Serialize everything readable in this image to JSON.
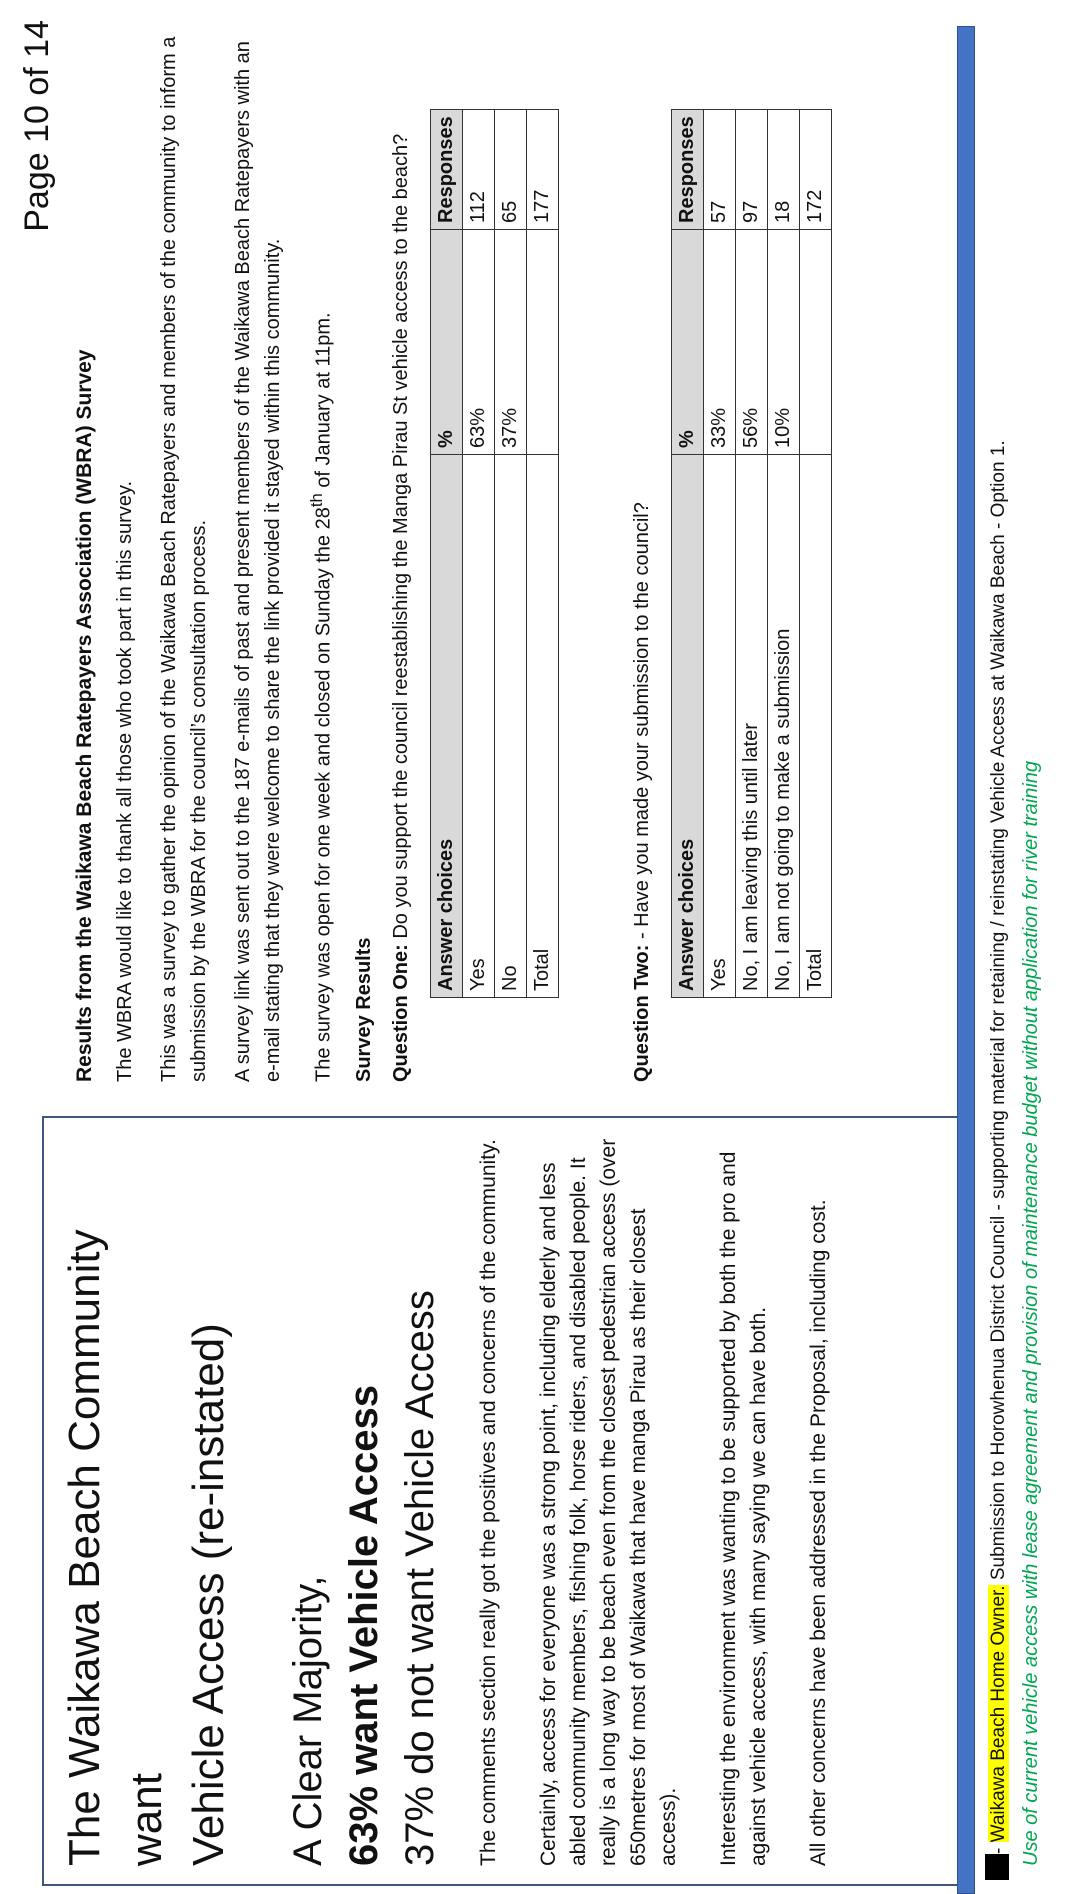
{
  "page_number": "Page 10 of 14",
  "left": {
    "heading_line1": "The Waikawa Beach Community want",
    "heading_line2": "Vehicle Access (re-instated)",
    "majority": "A Clear Majority,",
    "yes_stat": "63% want Vehicle Access",
    "no_stat": "37% do not want Vehicle Access",
    "p1": "The comments section really got the positives and concerns of the community.",
    "p2": "Certainly, access for everyone was a strong point, including elderly and less abled community members, fishing folk, horse riders, and disabled people.  It really is a long way to be beach even from the closest pedestrian access (over 650metres for most of Waikawa that have manga Pirau as their closest access).",
    "p3": "Interesting the environment was wanting to be supported by both the pro and against vehicle access, with many saying we can have both.",
    "p4": "All other concerns have been addressed in the Proposal, including cost."
  },
  "right": {
    "title": "Results from the Waikawa Beach Ratepayers Association (WBRA) Survey",
    "p1": "The WBRA would like to thank all those who took part in this survey.",
    "p2": "This was a survey to gather the opinion of the Waikawa Beach Ratepayers and members of the community to inform a submission by the WBRA for the council’s consultation process.",
    "p3": "A survey link was sent out to the 187 e-mails of past and present members of the Waikawa Beach Ratepayers with an e-mail stating that they were welcome to share the link provided it stayed within this community.",
    "p4_before": "The survey was open for one week and closed on Sunday the 28",
    "p4_sup": "th",
    "p4_after": " of January at 11pm.",
    "results_heading": "Survey Results",
    "q1_label": "Question One:",
    "q1_text": " Do you support the council reestablishing the Manga Pirau St vehicle access to the beach?",
    "q2_label": "Question Two:",
    "q2_text": " - Have you made your submission to the council?",
    "table_headers": [
      "Answer choices",
      "%",
      "Responses"
    ],
    "table1": [
      [
        "Yes",
        "63%",
        "112"
      ],
      [
        "No",
        "37%",
        "65"
      ],
      [
        "Total",
        "",
        "177"
      ]
    ],
    "table2": [
      [
        "Yes",
        "33%",
        "57"
      ],
      [
        "No, I am leaving this until later",
        "56%",
        "97"
      ],
      [
        "No, I am not going to make a submission",
        "10%",
        "18"
      ],
      [
        "Total",
        "",
        "172"
      ]
    ]
  },
  "footer": {
    "dash": "- ",
    "owner": "Waikawa Beach Home Owner.",
    "text": " Submission to Horowhenua District Council - supporting material for retaining / reinstating Vehicle Access at Waikawa Beach - Option 1.",
    "note": "Use of current vehicle access with lease agreement and provision of maintenance budget without application for river training"
  },
  "colors": {
    "band": "#4472c4",
    "highlight": "#ffff00",
    "note": "#00a651",
    "table_header": "#d9d9d9"
  }
}
